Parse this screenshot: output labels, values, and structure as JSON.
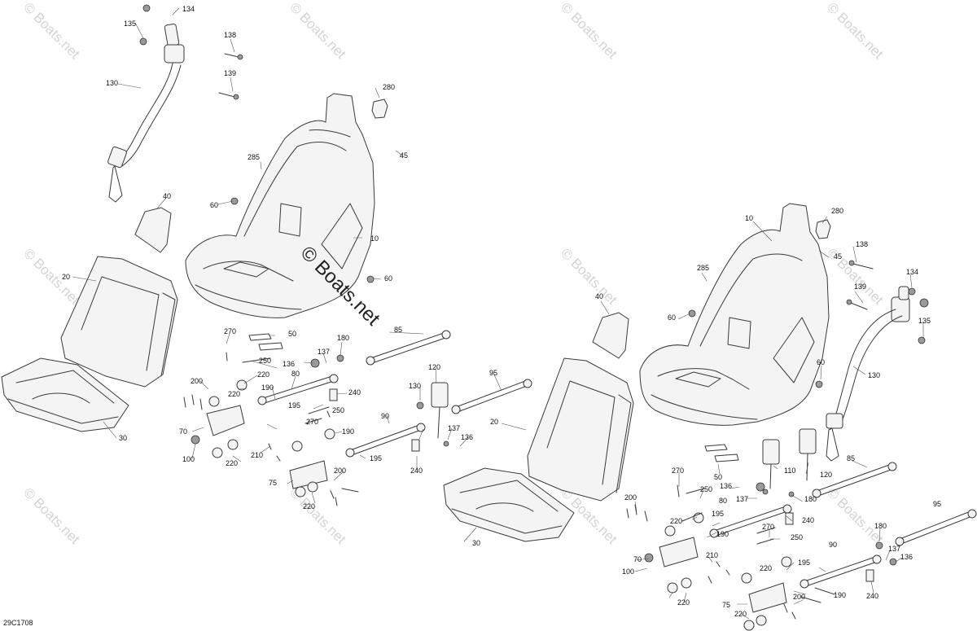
{
  "diagram": {
    "drawing_code": "29C1708",
    "center_watermark": "© Boats.net",
    "tile_watermark": "© Boats.net"
  },
  "callouts": {
    "left": {
      "134": "134",
      "135": "135",
      "138": "138",
      "139": "139",
      "130": "130",
      "280": "280",
      "285": "285",
      "45": "45",
      "40": "40",
      "60a": "60",
      "60b": "60",
      "10": "10",
      "20": "20",
      "30": "30",
      "270": "270",
      "50": "50",
      "180": "180",
      "85": "85",
      "250a": "250",
      "136": "136",
      "137": "137",
      "80": "80",
      "200a": "200",
      "220a": "220",
      "190a": "190",
      "220b": "220",
      "240a": "240",
      "195a": "195",
      "250b": "250",
      "270b": "270",
      "70": "70",
      "100": "100",
      "210": "210",
      "190b": "190",
      "195b": "195",
      "220c": "220",
      "75": "75",
      "200b": "200",
      "220d": "220",
      "120": "120",
      "130b": "130",
      "95": "95",
      "90": "90",
      "137b": "137",
      "136b": "136",
      "240b": "240"
    },
    "right": {
      "10": "10",
      "280": "280",
      "138": "138",
      "45": "45",
      "285": "285",
      "134": "134",
      "139": "139",
      "40": "40",
      "60a": "60",
      "135": "135",
      "60b": "60",
      "20": "20",
      "130": "130",
      "30": "30",
      "110": "110",
      "120": "120",
      "85": "85",
      "50": "50",
      "270": "270",
      "136": "136",
      "250a": "250",
      "137": "137",
      "180a": "180",
      "200a": "200",
      "80": "80",
      "240a": "240",
      "220a": "220",
      "195a": "195",
      "190a": "190",
      "270b": "270",
      "250b": "250",
      "95": "95",
      "180b": "180",
      "70": "70",
      "210": "210",
      "90": "90",
      "137b": "137",
      "136b": "136",
      "100": "100",
      "220b": "220",
      "195b": "195",
      "220c": "220",
      "190b": "190",
      "75": "75",
      "200b": "200",
      "240b": "240",
      "220d": "220"
    }
  }
}
